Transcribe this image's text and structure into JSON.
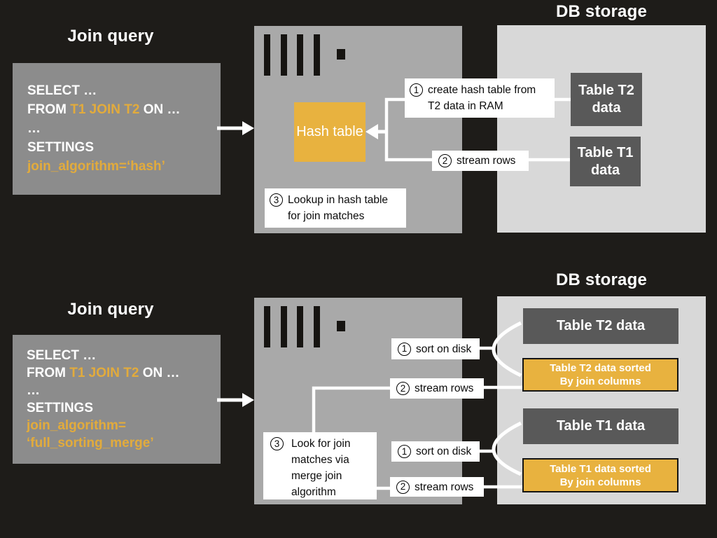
{
  "colors": {
    "background": "#1E1C19",
    "accent_orange": "#E8B23F",
    "query_panel_gray": "#8C8C8C",
    "server_panel_gray": "#A9A9A9",
    "storage_panel_gray": "#D8D8D8",
    "table_box_gray": "#595959",
    "connector_white": "#FFFFFF",
    "label_bg": "#FFFFFF",
    "label_text": "#0B0B0B"
  },
  "hash": {
    "query_title": "Join query",
    "sql": {
      "l1": "SELECT …",
      "l2a": "FROM ",
      "l2b": "T1 JOIN T2",
      "l2c": " ON …",
      "l3": "…",
      "l4": "SETTINGS",
      "l5": "join_algorithm=‘hash’"
    },
    "hash_table": "Hash table",
    "storage_title": "DB storage",
    "table_t2": "Table T2 data",
    "table_t1": "Table T1 data",
    "step1": {
      "num": "1",
      "text": "create hash table from T2 data in RAM"
    },
    "step2": {
      "num": "2",
      "text": "stream rows"
    },
    "step3": {
      "num": "3",
      "text": "Lookup in hash table for join matches"
    }
  },
  "merge": {
    "query_title": "Join query",
    "sql": {
      "l1": "SELECT …",
      "l2a": "FROM ",
      "l2b": "T1 JOIN T2",
      "l2c": " ON …",
      "l3": "…",
      "l4": "SETTINGS",
      "l5": "join_algorithm=",
      "l6": "‘full_sorting_merge’"
    },
    "storage_title": "DB storage",
    "table_t2": "Table T2 data",
    "table_t2_sorted_1": "Table T2 data sorted",
    "table_t2_sorted_2": "By join columns",
    "table_t1": "Table T1 data",
    "table_t1_sorted_1": "Table T1 data sorted",
    "table_t1_sorted_2": "By join columns",
    "sort_t2": {
      "num": "1",
      "text": "sort on disk"
    },
    "stream_t2": {
      "num": "2",
      "text": "stream rows"
    },
    "step3": {
      "num": "3",
      "text": "Look for join matches via merge join algorithm"
    },
    "sort_t1": {
      "num": "1",
      "text": "sort on disk"
    },
    "stream_t1": {
      "num": "2",
      "text": "stream rows"
    }
  }
}
